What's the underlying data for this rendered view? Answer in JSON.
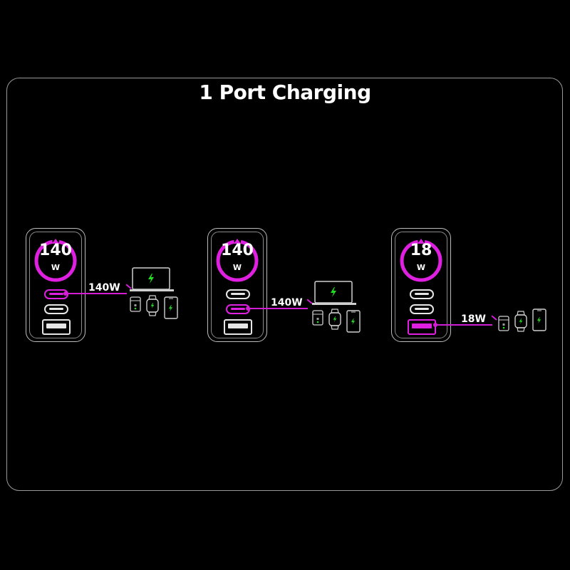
{
  "title": "1 Port Charging",
  "colors": {
    "accent": "#e020e0",
    "bolt": "#22dd22",
    "outline": "#bdbdbd",
    "background": "#000000"
  },
  "scenes": [
    {
      "display_value": "140",
      "display_unit": "W",
      "active_port": "usb-c-1",
      "wire_label": "140W",
      "devices": [
        "laptop-icon",
        "earbuds-case-icon",
        "smartwatch-icon",
        "smartphone-icon"
      ]
    },
    {
      "display_value": "140",
      "display_unit": "W",
      "active_port": "usb-c-2",
      "wire_label": "140W",
      "devices": [
        "laptop-icon",
        "earbuds-case-icon",
        "smartwatch-icon",
        "smartphone-icon"
      ]
    },
    {
      "display_value": "18",
      "display_unit": "W",
      "active_port": "usb-a",
      "wire_label": "18W",
      "devices": [
        "earbuds-case-icon",
        "smartwatch-icon",
        "smartphone-icon"
      ]
    }
  ]
}
